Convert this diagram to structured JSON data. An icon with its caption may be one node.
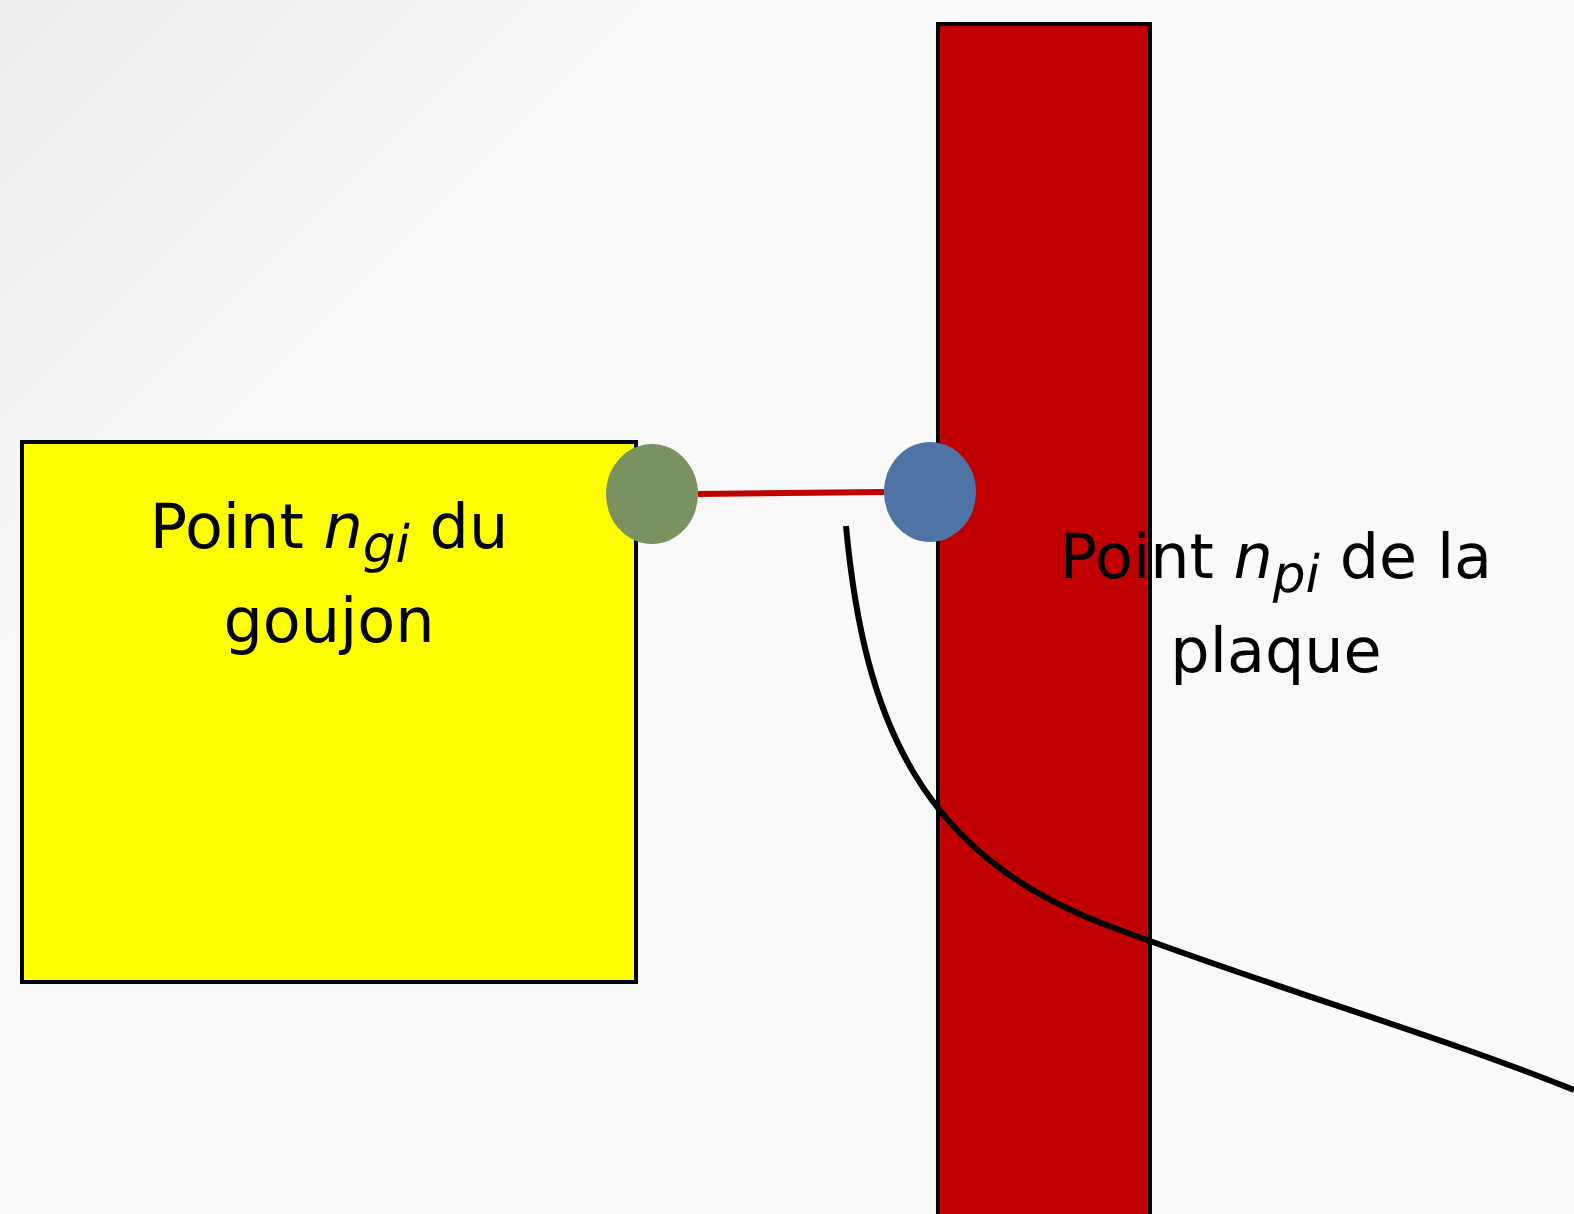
{
  "diagram": {
    "nodes": [
      {
        "text": [
          "Point *n*$_{gi}$ du goujon"
        ]
      },
      {
        "text": [],
        "shape": "circle"
      },
      {
        "text": [],
        "shape": "circle"
      },
      {
        "text": [],
        "shape": "bar"
      }
    ],
    "edges": [
      {
        "from": 1,
        "to": 2,
        "arrow": "none"
      }
    ],
    "labels": [
      "Point *n*$_{pi}$ de la plaque"
    ]
  }
}
